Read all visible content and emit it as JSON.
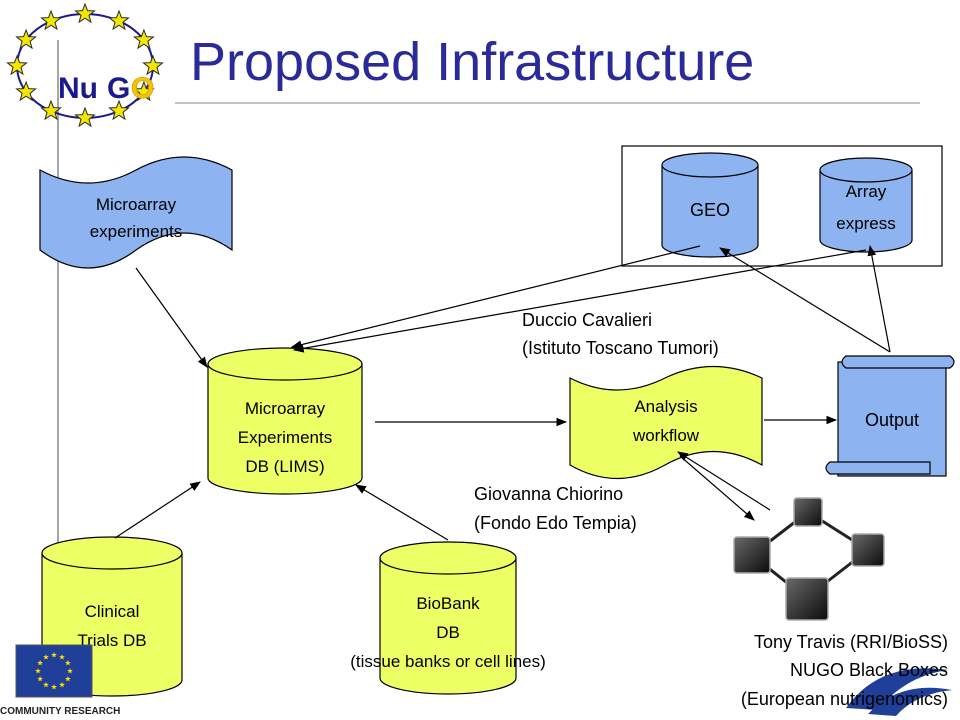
{
  "title": "Proposed Infrastructure",
  "logo": {
    "text_nu": "Nu",
    "text_g": "G",
    "text_o": "O",
    "star_color": "#f5e600",
    "ring_color": "#1a1a8c",
    "text_color": "#1a1a8c",
    "o_color": "#f5c400"
  },
  "colors": {
    "title": "#2a2a9a",
    "blue_fill": "#8db4f0",
    "yellow_fill": "#eeff66",
    "stroke": "#000000"
  },
  "nodes": {
    "microarray_experiments": {
      "line1": "Microarray",
      "line2": "experiments"
    },
    "geo": {
      "line1": "GEO"
    },
    "array_express": {
      "line1": "Array",
      "line2": "express"
    },
    "lims_db": {
      "line1": "Microarray",
      "line2": "Experiments",
      "line3": "DB (LIMS)"
    },
    "analysis_workflow": {
      "line1": "Analysis",
      "line2": "workflow"
    },
    "output": {
      "line1": "Output"
    },
    "clinical_trials_db": {
      "line1": "Clinical",
      "line2": "Trials DB"
    },
    "biobank_db": {
      "line1": "BioBank",
      "line2": "DB",
      "line3": "(tissue banks or cell lines)"
    }
  },
  "annotations": {
    "duccio": {
      "line1": "Duccio Cavalieri",
      "line2": "(Istituto Toscano Tumori)"
    },
    "giovanna": {
      "line1": "Giovanna Chiorino",
      "line2": "(Fondo Edo Tempia)"
    },
    "tony": {
      "line1": "Tony Travis (RRI/BioSS)",
      "line2": "NUGO Black Boxes",
      "line3": "(European nutrigenomics)"
    }
  },
  "footer": {
    "eu_label": "COMMUNITY RESEARCH"
  }
}
